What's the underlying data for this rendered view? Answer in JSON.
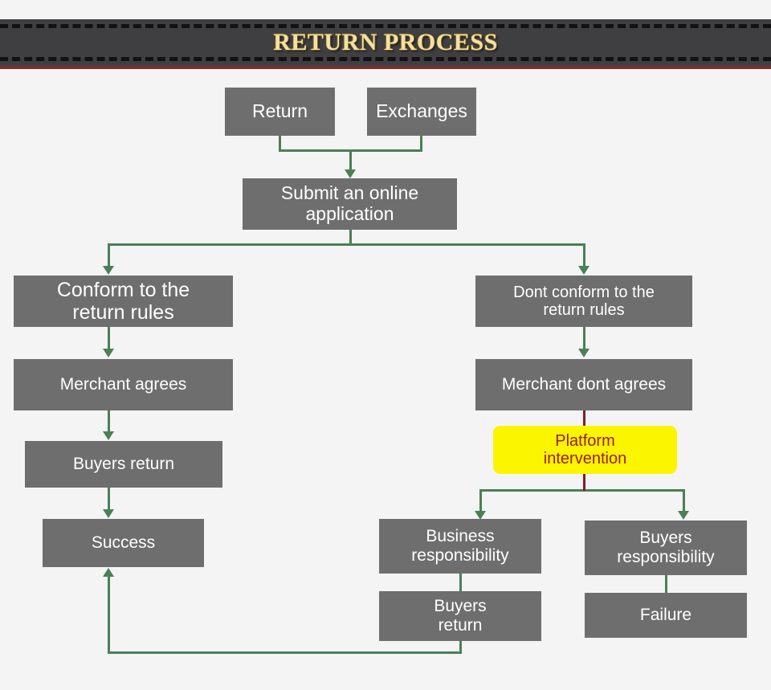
{
  "header": {
    "title": "RETURN PROCESS",
    "banner_color": "#3f3f41",
    "title_color": "#f3e0a3",
    "underline_color": "#7a3030"
  },
  "theme": {
    "background": "#f4f4f4",
    "node_fill": "#6e6e6e",
    "node_text": "#ffffff",
    "highlight_fill": "#fbf500",
    "highlight_text": "#9e1b1b",
    "connector_green": "#4a8055",
    "connector_red": "#8b1a2b"
  },
  "nodes": {
    "return": "Return",
    "exchanges": "Exchanges",
    "submit": "Submit an online\napplication",
    "conform": "Conform to the\nreturn rules",
    "not_conform": "Dont conform to the\nreturn rules",
    "merchant_agrees": "Merchant agrees",
    "merchant_dont_agrees": "Merchant dont agrees",
    "buyers_return_left": "Buyers return",
    "platform_intervention": "Platform\nintervention",
    "success": "Success",
    "business_responsibility": "Business\nresponsibility",
    "buyers_responsibility": "Buyers\nresponsibility",
    "buyers_return_bottom": "Buyers\nreturn",
    "failure": "Failure"
  },
  "flow": {
    "edges": [
      {
        "from": "return",
        "to": "submit"
      },
      {
        "from": "exchanges",
        "to": "submit"
      },
      {
        "from": "submit",
        "to": "conform"
      },
      {
        "from": "submit",
        "to": "not_conform"
      },
      {
        "from": "conform",
        "to": "merchant_agrees"
      },
      {
        "from": "merchant_agrees",
        "to": "buyers_return_left"
      },
      {
        "from": "buyers_return_left",
        "to": "success"
      },
      {
        "from": "not_conform",
        "to": "merchant_dont_agrees"
      },
      {
        "from": "merchant_dont_agrees",
        "to": "platform_intervention"
      },
      {
        "from": "platform_intervention",
        "to": "business_responsibility"
      },
      {
        "from": "platform_intervention",
        "to": "buyers_responsibility"
      },
      {
        "from": "business_responsibility",
        "to": "buyers_return_bottom"
      },
      {
        "from": "buyers_responsibility",
        "to": "failure"
      },
      {
        "from": "buyers_return_bottom",
        "to": "success"
      }
    ]
  }
}
